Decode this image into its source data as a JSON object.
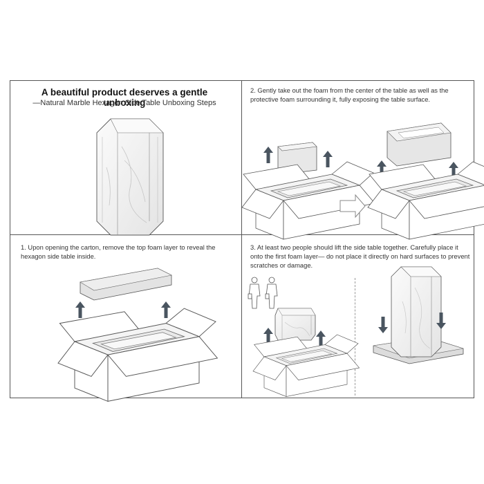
{
  "header": {
    "title": "A beautiful product deserves a gentle unboxing",
    "subtitle": "—Natural Marble Hexagon Side Table Unboxing Steps"
  },
  "steps": {
    "step1": "1. Upon opening the carton, remove the top foam layer to reveal the hexagon side table inside.",
    "step2": "2. Gently take out the foam from the center of the table as well as the protective foam surrounding it, fully exposing the table surface.",
    "step3": "3. At least two people should lift the side table together. Carefully place it onto the first foam layer— do not place it directly on hard surfaces to prevent scratches or damage."
  },
  "colors": {
    "line": "#555555",
    "arrow": "#4a5560",
    "foam": "#e6e6e6",
    "marble": "#f2f2f2"
  }
}
